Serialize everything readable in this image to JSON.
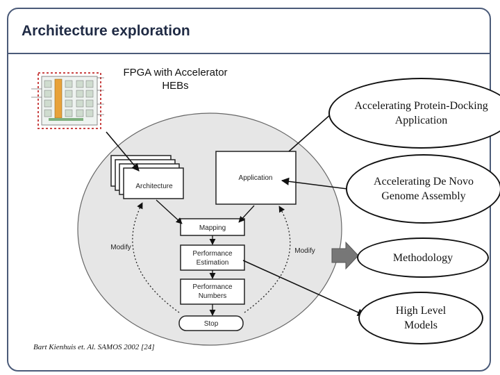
{
  "title": "Architecture exploration",
  "fpga_label": "FPGA with Accelerator HEBs",
  "diagram": {
    "architecture": "Architecture",
    "application": "Application",
    "mapping": "Mapping",
    "performance_estimation": [
      "Performance",
      "Estimation"
    ],
    "performance_numbers": [
      "Performance",
      "Numbers"
    ],
    "stop": "Stop",
    "modify_left": "Modify",
    "modify_right": "Modify"
  },
  "ovals": {
    "protein_docking": "Accelerating Protein-Docking Application",
    "de_novo": "Accelerating De Novo Genome Assembly",
    "methodology": "Methodology",
    "high_level_models": "High Level Models"
  },
  "citation": "Bart Kienhuis et. Al. SAMOS 2002 [24]"
}
